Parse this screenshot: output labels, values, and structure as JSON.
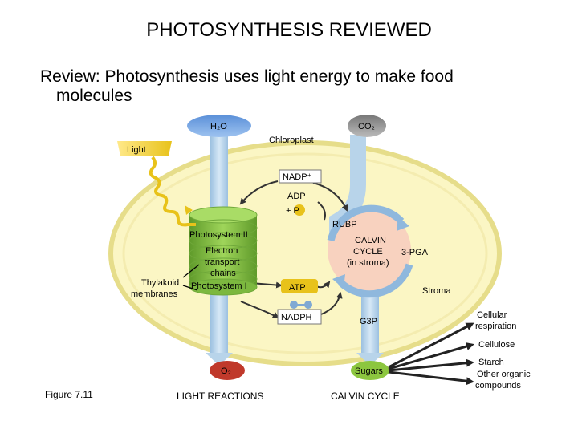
{
  "title": "PHOTOSYNTHESIS REVIEWED",
  "subtitle_line1": "Review: Photosynthesis uses light energy to make food",
  "subtitle_line2": "molecules",
  "inputs": {
    "water": "H₂O",
    "co2": "CO₂",
    "light": "Light"
  },
  "labels": {
    "chloroplast": "Chloroplast",
    "nadp": "NADP⁺",
    "adp": "ADP",
    "plus_p": "+ P",
    "rubp": "RUBP",
    "photosystem2": "Photosystem II",
    "etc1": "Electron",
    "etc2": "transport",
    "etc3": "chains",
    "photosystem1": "Photosystem I",
    "thylakoid1": "Thylakoid",
    "thylakoid2": "membranes",
    "calvin1": "CALVIN",
    "calvin2": "CYCLE",
    "calvin3": "(in stroma)",
    "pga": "3-PGA",
    "atp": "ATP",
    "nadph": "NADPH",
    "stroma": "Stroma",
    "g3p": "G3P",
    "o2": "O₂",
    "sugars": "Sugars"
  },
  "outputs": {
    "cellular1": "Cellular",
    "cellular2": "respiration",
    "cellulose": "Cellulose",
    "starch": "Starch",
    "other1": "Other organic",
    "other2": "compounds"
  },
  "footer": {
    "figure": "Figure 7.11",
    "light_reactions": "LIGHT REACTIONS",
    "calvin_cycle": "CALVIN CYCLE"
  },
  "colors": {
    "chloroplast_fill": "#fbf6c4",
    "chloroplast_border": "#e6dd8a",
    "thylakoid_green": "#8cc63f",
    "pipe_blue": "#b8d4ea",
    "calvin_fill": "#f8d2bf",
    "wavy_yellow": "#e8c21a"
  }
}
